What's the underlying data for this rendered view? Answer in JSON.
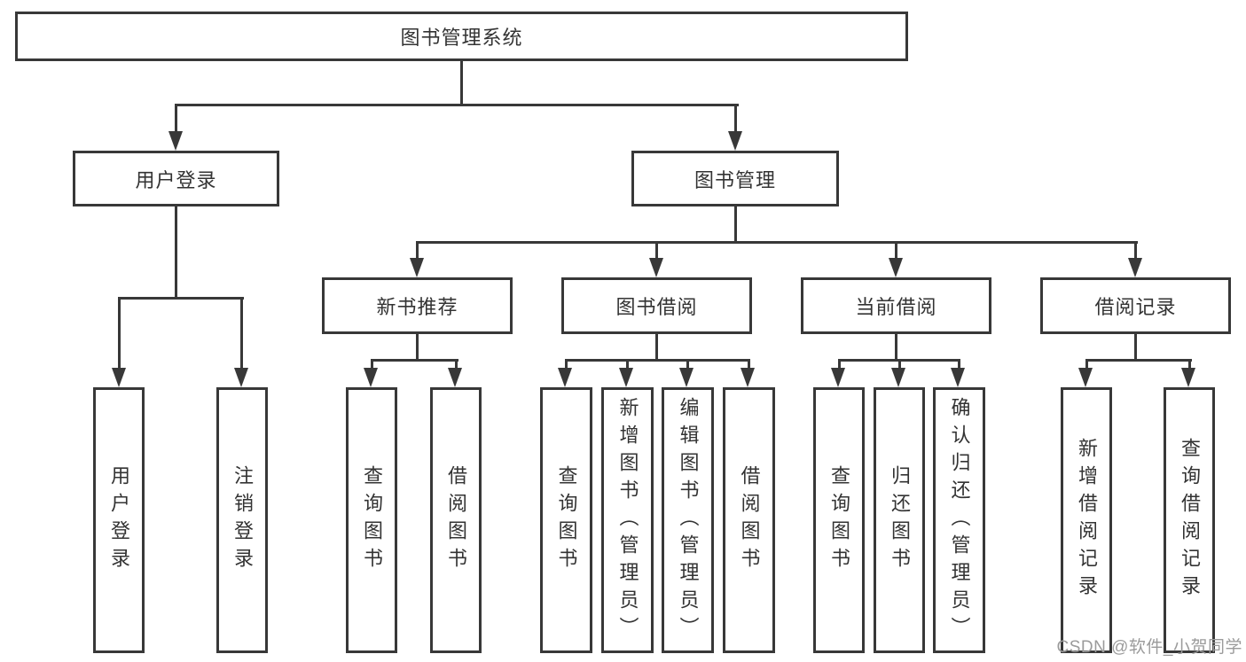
{
  "tree": {
    "label": "图书管理系统",
    "children": [
      {
        "label": "用户登录",
        "children": [
          {
            "label": "用户登录"
          },
          {
            "label": "注销登录"
          }
        ]
      },
      {
        "label": "图书管理",
        "children": [
          {
            "label": "新书推荐",
            "children": [
              {
                "label": "查询图书"
              },
              {
                "label": "借阅图书"
              }
            ]
          },
          {
            "label": "图书借阅",
            "children": [
              {
                "label": "查询图书"
              },
              {
                "label": "新增图书（管理员）"
              },
              {
                "label": "编辑图书（管理员）"
              },
              {
                "label": "借阅图书"
              }
            ]
          },
          {
            "label": "当前借阅",
            "children": [
              {
                "label": "查询图书"
              },
              {
                "label": "归还图书"
              },
              {
                "label": "确认归还（管理员）"
              }
            ]
          },
          {
            "label": "借阅记录",
            "children": [
              {
                "label": "新增借阅记录"
              },
              {
                "label": "查询借阅记录"
              }
            ]
          }
        ]
      }
    ]
  },
  "watermark": {
    "text": "CSDN @软件_小贺同学"
  },
  "colors": {
    "line": "#383838",
    "text": "#333333",
    "watermark": "#9b9b9b",
    "background": "#ffffff"
  }
}
